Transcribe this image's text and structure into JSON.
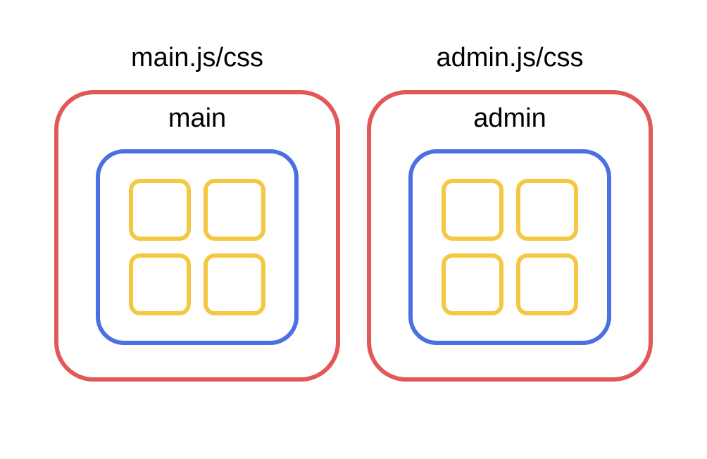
{
  "diagram": {
    "groups": [
      {
        "title": "main.js/css",
        "label": "main",
        "module_count": 4
      },
      {
        "title": "admin.js/css",
        "label": "admin",
        "module_count": 4
      }
    ]
  },
  "colors": {
    "outer-red": "#e25858",
    "inner-blue": "#4b70e2",
    "module-yellow": "#f5c843",
    "text": "#000000",
    "background": "#ffffff"
  }
}
